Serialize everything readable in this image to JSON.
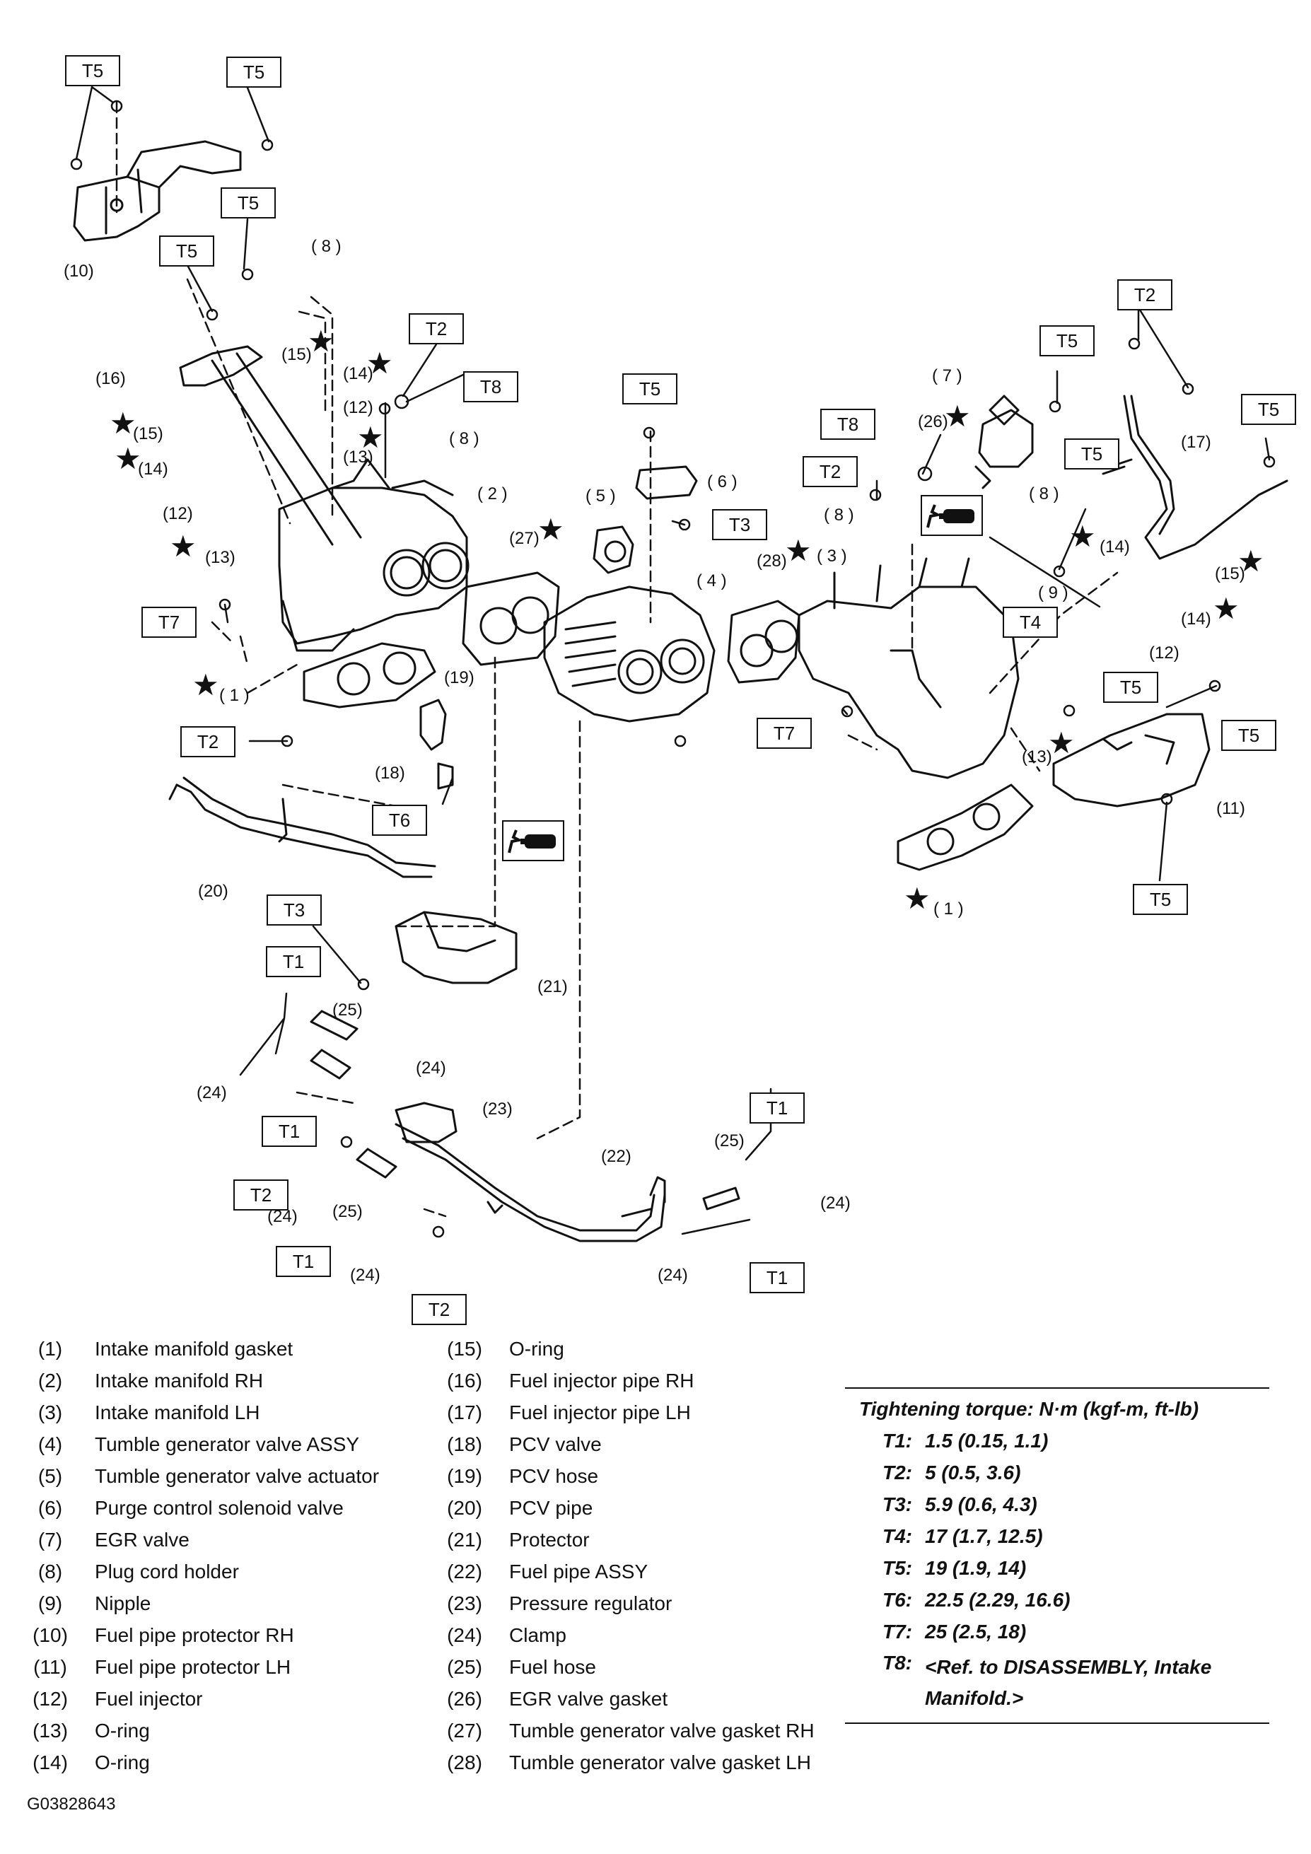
{
  "torque_boxes": {
    "t5_a": "T5",
    "t5_b": "T5",
    "t5_c": "T5",
    "t5_d": "T5",
    "t2_a": "T2",
    "t8_a": "T8",
    "t7_a": "T7",
    "t5_e": "T5",
    "t3_a": "T3",
    "t2_b": "T2",
    "t6_a": "T6",
    "t3_b": "T3",
    "t1_a": "T1",
    "t1_b": "T1",
    "t2_c": "T2",
    "t1_c": "T1",
    "t2_d": "T2",
    "t1_d": "T1",
    "t1_e": "T1",
    "t8_b": "T8",
    "t2_e": "T2",
    "t5_f": "T5",
    "t2_f": "T2",
    "t5_g": "T5",
    "t5_h": "T5",
    "t4_a": "T4",
    "t7_b": "T7",
    "t5_i": "T5",
    "t5_j": "T5",
    "t5_k": "T5"
  },
  "callouts": {
    "c10": "(10)",
    "c8a": "( 8 )",
    "c16": "(16)",
    "c15a": "(15)",
    "c14a": "(14)",
    "c15b": "(15)",
    "c14b": "(14)",
    "c12a": "(12)",
    "c13a": "(13)",
    "c12b": "(12)",
    "c8b": "( 8 )",
    "c2": "( 2 )",
    "c13b": "(13)",
    "c27": "(27)",
    "c5": "( 5 )",
    "c6": "( 6 )",
    "c4": "( 4 )",
    "c28": "(28)",
    "c3": "( 3 )",
    "c1a": "( 1 )",
    "c19": "(19)",
    "c18": "(18)",
    "c20": "(20)",
    "c21": "(21)",
    "c25a": "(25)",
    "c24a": "(24)",
    "c24b": "(24)",
    "c23": "(23)",
    "c22": "(22)",
    "c25b": "(25)",
    "c24c": "(24)",
    "c24d": "(24)",
    "c24e": "(24)",
    "c24f": "(24)",
    "c25c": "(25)",
    "c7": "( 7 )",
    "c26": "(26)",
    "c17": "(17)",
    "c8c": "( 8 )",
    "c8d": "( 8 )",
    "c9": "( 9 )",
    "c14c": "(14)",
    "c15c": "(15)",
    "c14d": "(14)",
    "c12c": "(12)",
    "c13c": "(13)",
    "c11": "(11)",
    "c1b": "( 1 )"
  },
  "legend_left": [
    {
      "num": "(1)",
      "desc": "Intake manifold gasket"
    },
    {
      "num": "(2)",
      "desc": "Intake manifold RH"
    },
    {
      "num": "(3)",
      "desc": "Intake manifold LH"
    },
    {
      "num": "(4)",
      "desc": "Tumble generator valve ASSY"
    },
    {
      "num": "(5)",
      "desc": "Tumble generator valve actuator"
    },
    {
      "num": "(6)",
      "desc": "Purge control solenoid valve"
    },
    {
      "num": "(7)",
      "desc": "EGR valve"
    },
    {
      "num": "(8)",
      "desc": "Plug cord holder"
    },
    {
      "num": "(9)",
      "desc": "Nipple"
    },
    {
      "num": "(10)",
      "desc": "Fuel pipe protector RH"
    },
    {
      "num": "(11)",
      "desc": "Fuel pipe protector LH"
    },
    {
      "num": "(12)",
      "desc": "Fuel injector"
    },
    {
      "num": "(13)",
      "desc": "O-ring"
    },
    {
      "num": "(14)",
      "desc": "O-ring"
    }
  ],
  "legend_right": [
    {
      "num": "(15)",
      "desc": "O-ring"
    },
    {
      "num": "(16)",
      "desc": "Fuel injector pipe RH"
    },
    {
      "num": "(17)",
      "desc": "Fuel injector pipe LH"
    },
    {
      "num": "(18)",
      "desc": "PCV valve"
    },
    {
      "num": "(19)",
      "desc": "PCV hose"
    },
    {
      "num": "(20)",
      "desc": "PCV pipe"
    },
    {
      "num": "(21)",
      "desc": "Protector"
    },
    {
      "num": "(22)",
      "desc": "Fuel pipe ASSY"
    },
    {
      "num": "(23)",
      "desc": "Pressure regulator"
    },
    {
      "num": "(24)",
      "desc": "Clamp"
    },
    {
      "num": "(25)",
      "desc": "Fuel hose"
    },
    {
      "num": "(26)",
      "desc": "EGR valve gasket"
    },
    {
      "num": "(27)",
      "desc": "Tumble generator valve gasket RH"
    },
    {
      "num": "(28)",
      "desc": "Tumble generator valve gasket LH"
    }
  ],
  "torque_table": {
    "title": "Tightening torque: N·m (kgf-m, ft-lb)",
    "rows": [
      {
        "key": "T1:",
        "value": "1.5 (0.15, 1.1)"
      },
      {
        "key": "T2:",
        "value": "5 (0.5, 3.6)"
      },
      {
        "key": "T3:",
        "value": "5.9 (0.6, 4.3)"
      },
      {
        "key": "T4:",
        "value": "17 (1.7, 12.5)"
      },
      {
        "key": "T5:",
        "value": "19 (1.9, 14)"
      },
      {
        "key": "T6:",
        "value": "22.5 (2.29, 16.6)"
      },
      {
        "key": "T7:",
        "value": "25 (2.5, 18)"
      },
      {
        "key": "T8:",
        "value": "<Ref. to DISASSEMBLY, Intake Manifold.>"
      }
    ]
  },
  "figure_code": "G03828643",
  "star_glyph": "★"
}
